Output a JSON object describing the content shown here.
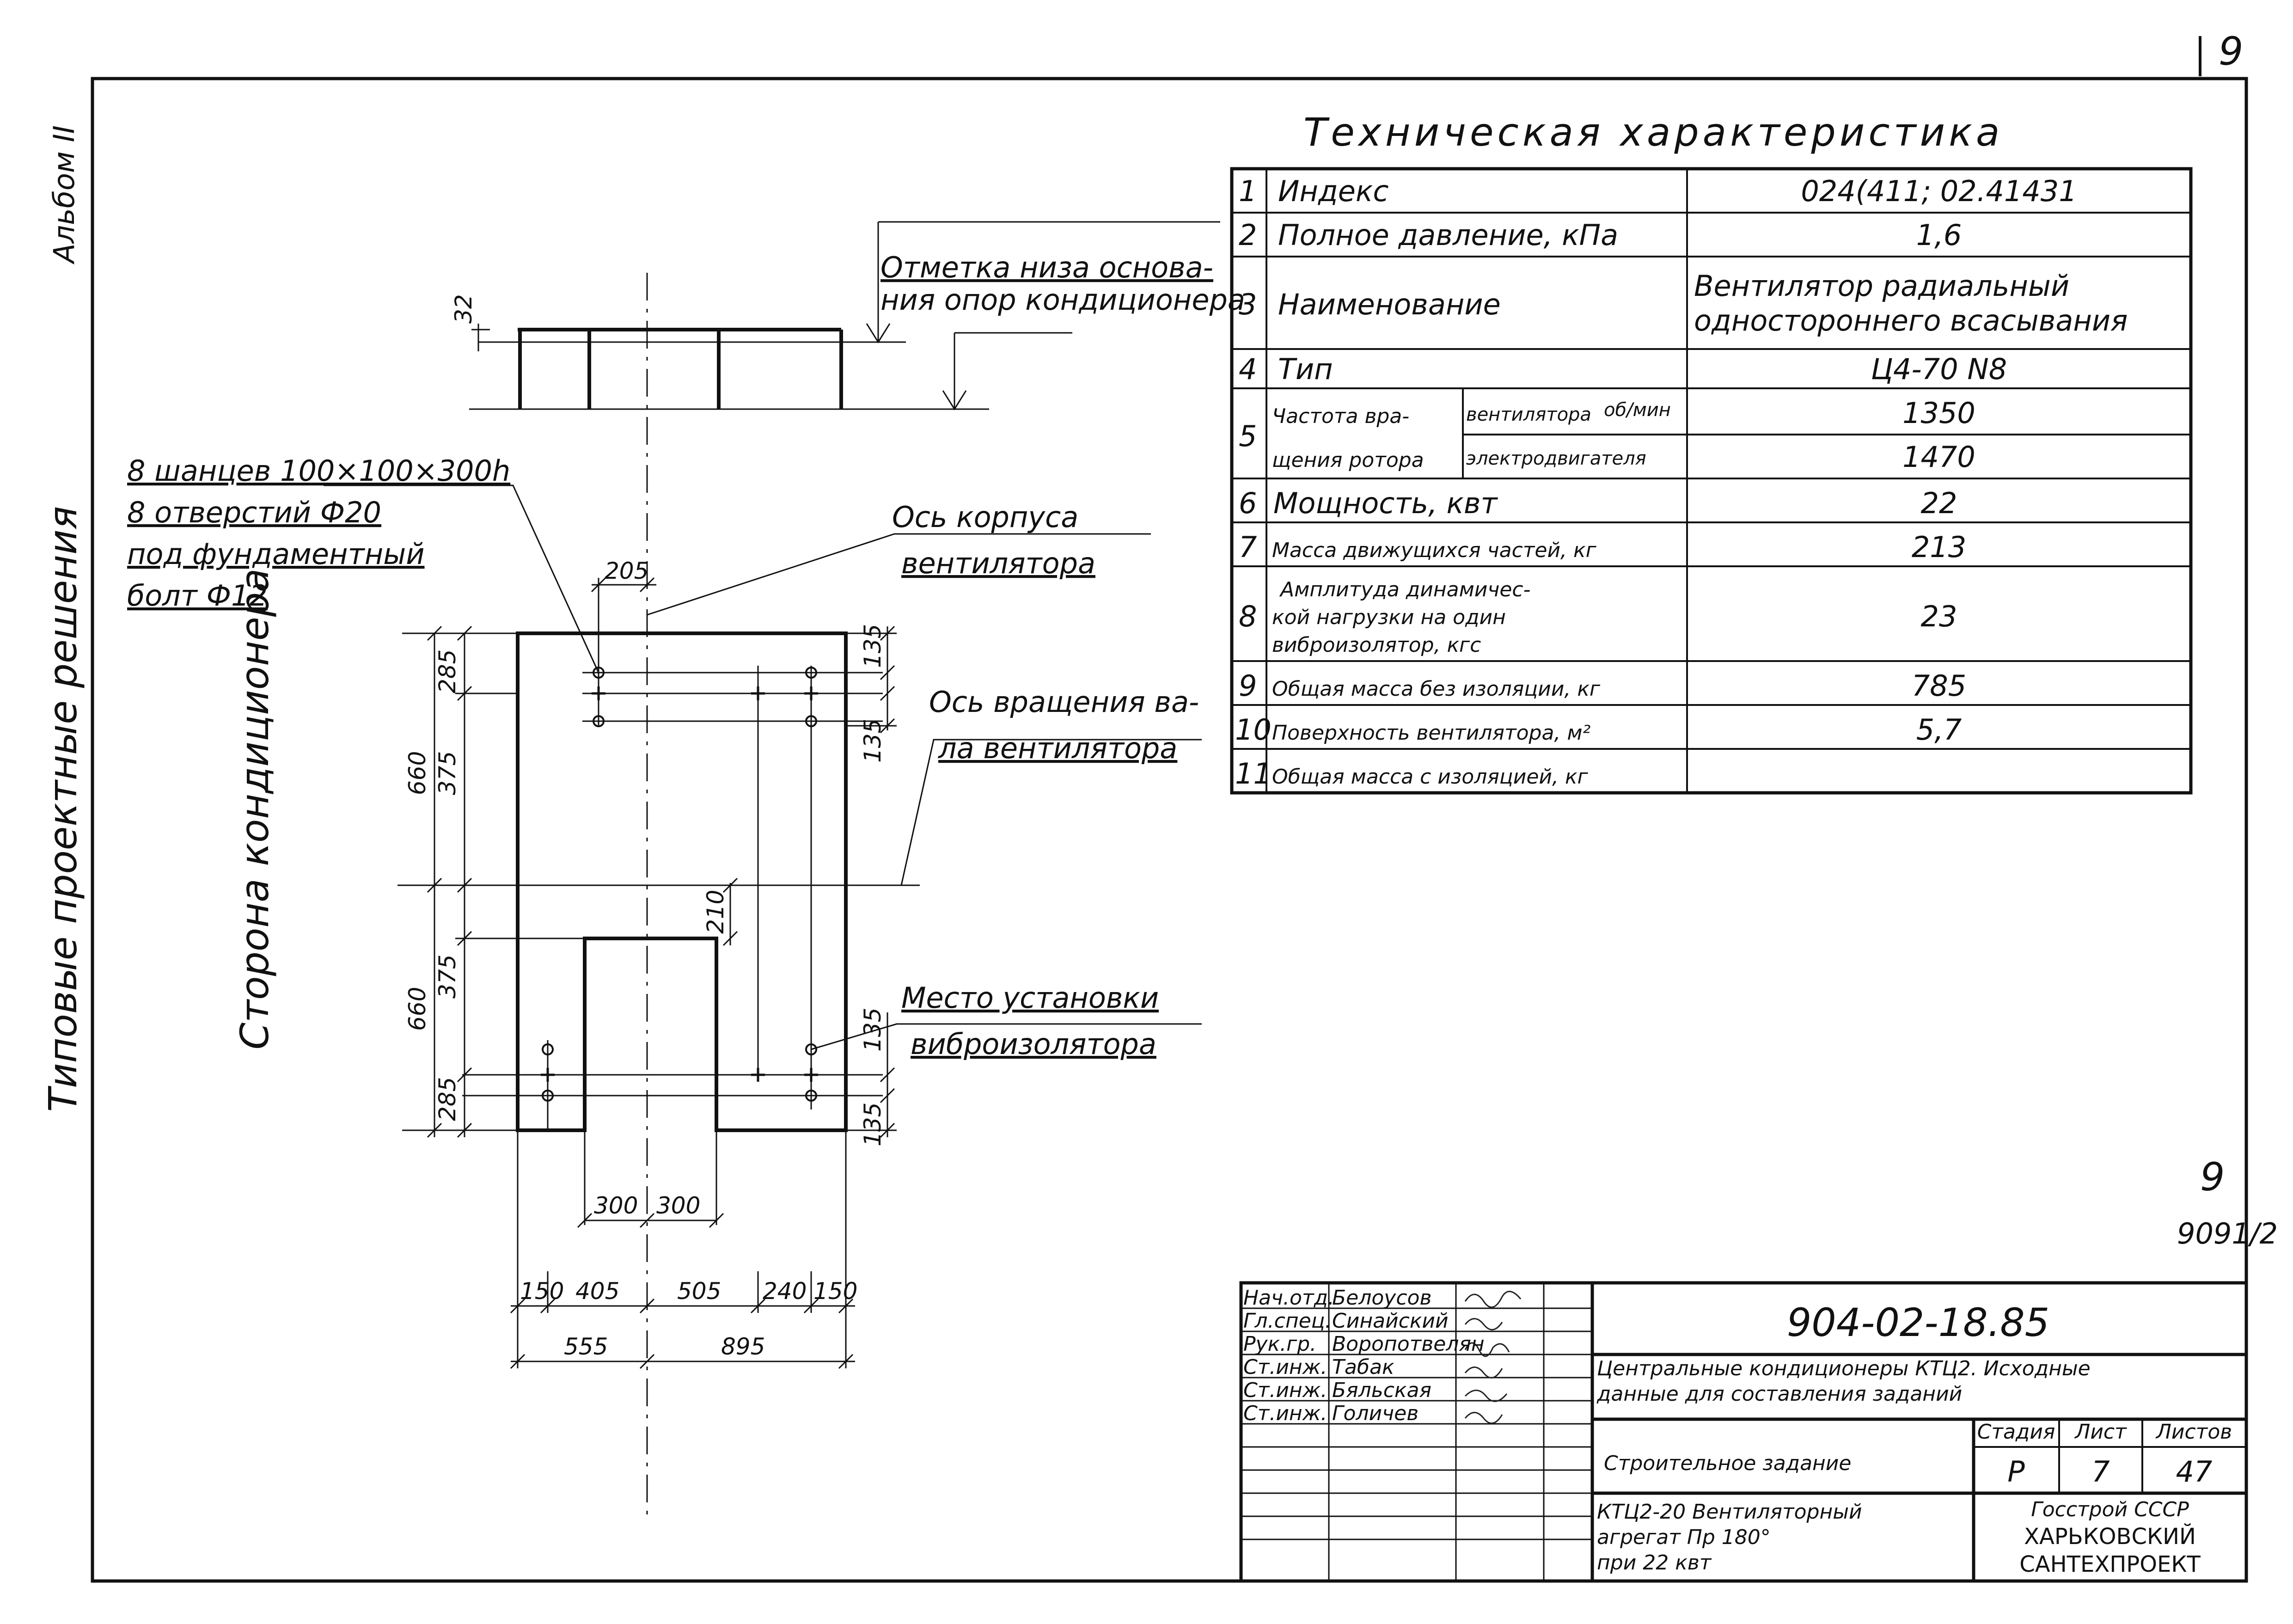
{
  "page_number": "9",
  "side": {
    "album": "Альбом II",
    "series": "Типовые проектные решения",
    "conditioner_side": "Сторона кондиционера"
  },
  "spec": {
    "title": "Техническая характеристика",
    "rows": [
      {
        "n": "1",
        "label": "Индекс",
        "value": "024(411; 02.41431"
      },
      {
        "n": "2",
        "label": "Полное давление, кПа",
        "value": "1,6"
      },
      {
        "n": "3",
        "label": "Наименование",
        "value": "Вентилятор радиальный",
        "value2": "одностороннего всасывания"
      },
      {
        "n": "4",
        "label": "Тип",
        "value": "Ц4-70 N8"
      },
      {
        "n": "5",
        "label": "Частота вра-",
        "label2": "щения ротора",
        "sub1": "вентилятора",
        "sub1_unit": "об/мин",
        "sub2": "электродвигателя",
        "value": "1350",
        "value2": "1470"
      },
      {
        "n": "6",
        "label": "Мощность, квт",
        "value": "22"
      },
      {
        "n": "7",
        "label": "Масса движущихся частей, кг",
        "value": "213"
      },
      {
        "n": "8",
        "label": "Амплитуда динамичес-",
        "label2": "кой нагрузки на один",
        "label3": "виброизолятор, кгс",
        "value": "23"
      },
      {
        "n": "9",
        "label": "Общая масса без изоляции, кг",
        "value": "785"
      },
      {
        "n": "10",
        "label": "Поверхность вентилятора, м²",
        "value": "5,7"
      },
      {
        "n": "11",
        "label": "Общая масса с изоляцией, кг",
        "value": ""
      }
    ]
  },
  "callouts": {
    "bottom_mark_1": "Отметка низа основа-",
    "bottom_mark_2": "ния опор кондиционера",
    "anchors_1": "8 шанцев 100×100×300h",
    "anchors_2": "8 отверстий Ф20",
    "anchors_3": "под фундаментный",
    "anchors_4": "болт Ф12",
    "casing_axis_1": "Ось корпуса",
    "casing_axis_2": "вентилятора",
    "shaft_axis_1": "Ось вращения ва-",
    "shaft_axis_2": "ла вентилятора",
    "isolator_1": "Место установки",
    "isolator_2": "виброизолятора"
  },
  "dimensions": {
    "d32": "32",
    "d205": "205",
    "d285a": "285",
    "d135a": "135",
    "d135b": "135",
    "d660a": "660",
    "d375a": "375",
    "d210": "210",
    "d660b": "660",
    "d375b": "375",
    "d135c": "135",
    "d285b": "285",
    "d135d": "135",
    "d300a": "300",
    "d300b": "300",
    "d150a": "150",
    "d405": "405",
    "d505": "505",
    "d240": "240",
    "d150b": "150",
    "d555": "555",
    "d895": "895"
  },
  "sheet_marks": {
    "mark_9": "9",
    "mark_9091": "9091/2"
  },
  "title_block": {
    "code": "904-02-18.85",
    "roles": [
      "Нач.отд.",
      "Гл.спец.",
      "Рук.гр.",
      "Ст.инж.",
      "Ст.инж.",
      "Ст.инж."
    ],
    "names": [
      "Белоусов",
      "Синайский",
      "Воропотвелян",
      "Табак",
      "Бяльская",
      "Голичев"
    ],
    "description_1": "Центральные кондиционеры КТЦ2. Исходные",
    "description_2": "данные для составления заданий",
    "stage_label": "Стадия",
    "sheet_label": "Лист",
    "sheets_label": "Листов",
    "stage": "Р",
    "sheet": "7",
    "sheets": "47",
    "task": "Строительное задание",
    "unit_1": "КТЦ2-20 Вентиляторный",
    "unit_2": "агрегат Пр 180°",
    "unit_3": "при 22 квт",
    "org_1": "Госстрой СССР",
    "org_2": "ХАРЬКОВСКИЙ",
    "org_3": "САНТЕХПРОЕКТ"
  }
}
